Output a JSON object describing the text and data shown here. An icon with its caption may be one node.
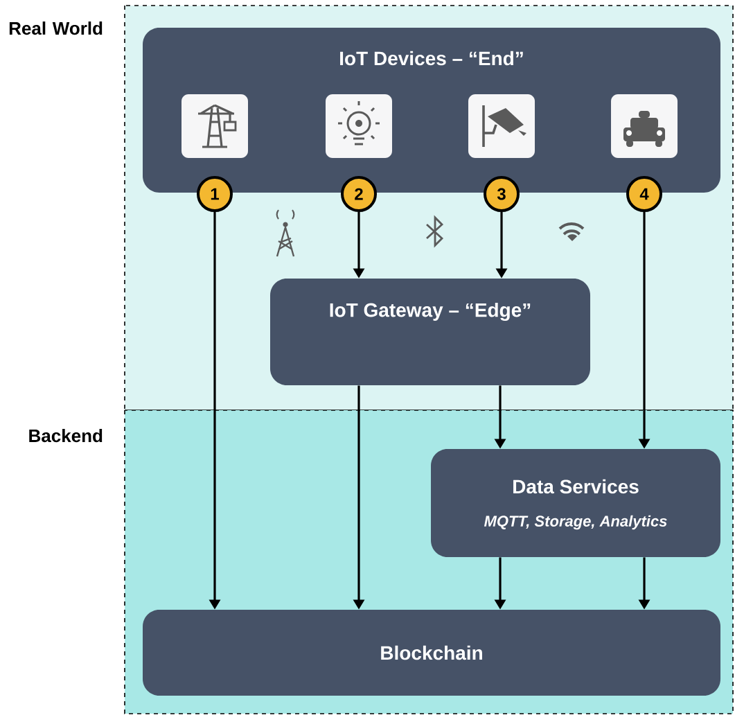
{
  "diagram": {
    "nodes": [
      {
        "text": [
          "Real World"
        ]
      },
      {
        "text": [
          "Backend"
        ]
      },
      {
        "text": [
          "IoT Devices – “End”"
        ],
        "in": 0
      },
      {
        "text": [
          "1"
        ],
        "in": 0
      },
      {
        "text": [
          "2"
        ],
        "in": 0
      },
      {
        "text": [
          "3"
        ],
        "in": 0
      },
      {
        "text": [
          "4"
        ],
        "in": 0
      },
      {
        "text": [
          "IoT Gateway – “Edge”"
        ],
        "in": 0
      },
      {
        "text": [
          "Data Services",
          "MQTT, Storage, Analytics"
        ],
        "in": 1
      },
      {
        "text": [
          "Blockchain"
        ],
        "in": 1
      }
    ],
    "edges": [
      {
        "from": 3,
        "to": 9,
        "arrow": "to"
      },
      {
        "from": 4,
        "to": 7,
        "arrow": "to"
      },
      {
        "from": 5,
        "to": 7,
        "arrow": "to"
      },
      {
        "from": 6,
        "to": 8,
        "arrow": "to"
      },
      {
        "from": 7,
        "to": 9,
        "arrow": "to"
      },
      {
        "from": 7,
        "to": 8,
        "arrow": "to"
      },
      {
        "from": 8,
        "to": 9,
        "arrow": "to"
      },
      {
        "from": 8,
        "to": 9,
        "arrow": "to"
      }
    ]
  }
}
